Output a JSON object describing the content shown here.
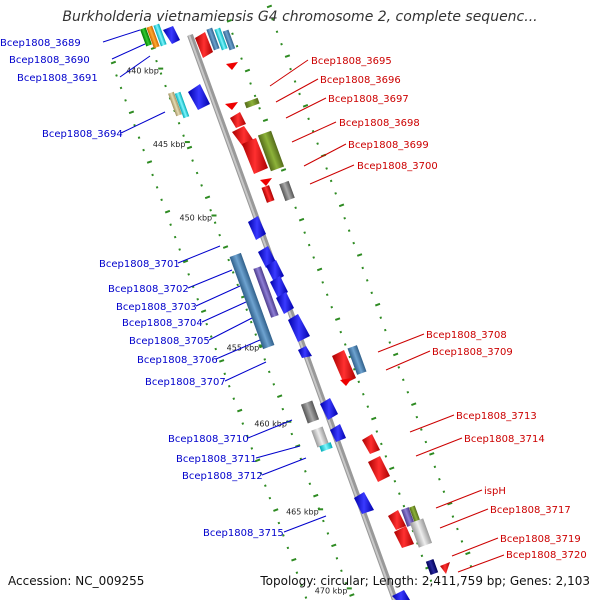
{
  "title": "Burkholderia vietnamiensis G4 chromosome 2, complete sequenc...",
  "accession": "Accession: NC_009255",
  "topology": "Topology: circular; Length: 2,411,759 bp; Genes: 2,103",
  "kbp_ticks": [
    {
      "label": "440 kbp",
      "pos": 0.04
    },
    {
      "label": "445 kbp",
      "pos": 0.17
    },
    {
      "label": "450 kbp",
      "pos": 0.3
    },
    {
      "label": "455 kbp",
      "pos": 0.53
    },
    {
      "label": "460 kbp",
      "pos": 0.665
    },
    {
      "label": "465 kbp",
      "pos": 0.82
    },
    {
      "label": "470 kbp",
      "pos": 0.96
    }
  ],
  "left_labels": [
    "Bcep1808_3689",
    "Bcep1808_3690",
    "Bcep1808_3691",
    "Bcep1808_3694",
    "Bcep1808_3701",
    "Bcep1808_3702",
    "Bcep1808_3703",
    "Bcep1808_3704",
    "Bcep1808_3705",
    "Bcep1808_3706",
    "Bcep1808_3707",
    "Bcep1808_3710",
    "Bcep1808_3711",
    "Bcep1808_3712",
    "Bcep1808_3715"
  ],
  "right_labels": [
    "Bcep1808_3695",
    "Bcep1808_3696",
    "Bcep1808_3697",
    "Bcep1808_3698",
    "Bcep1808_3699",
    "Bcep1808_3700",
    "Bcep1808_3708",
    "Bcep1808_3709",
    "Bcep1808_3713",
    "Bcep1808_3714",
    "ispH",
    "Bcep1808_3717",
    "Bcep1808_3719",
    "Bcep1808_3720"
  ],
  "colors": {
    "backbone": "#999999",
    "forward_gene": "#0000ee",
    "reverse_gene": "#ee0000",
    "label_blue": "#0000cc",
    "label_red": "#cc0000",
    "feature_olive": "#6b8e23",
    "feature_steel": "#4682b4",
    "feature_gray": "#808080",
    "feature_tan": "#c8b890",
    "feature_cyan": "#00e5ee",
    "tick_green": "#2e8b22"
  }
}
